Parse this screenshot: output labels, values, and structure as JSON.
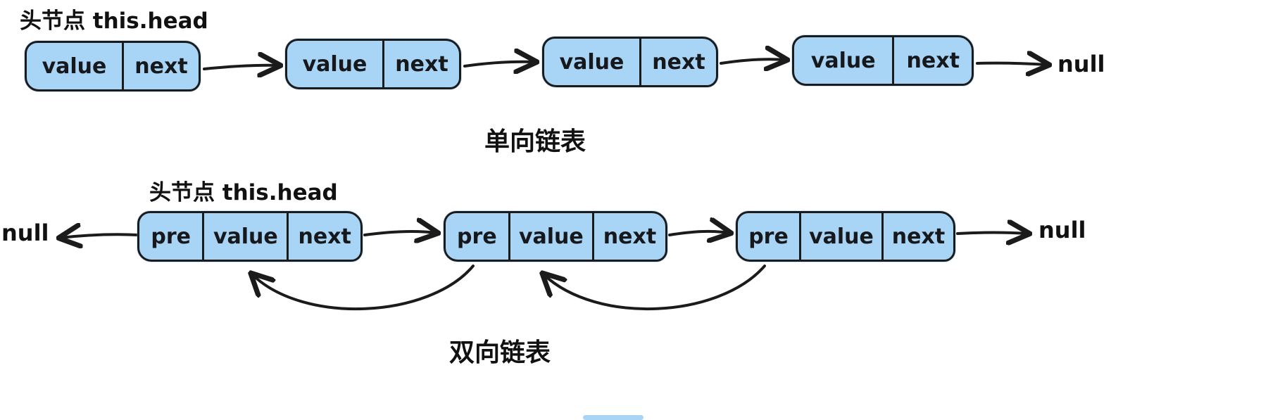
{
  "singly": {
    "head_label": "头节点 this.head",
    "null_label": "null",
    "caption": "单向链表",
    "nodes": [
      {
        "cells": [
          "value",
          "next"
        ]
      },
      {
        "cells": [
          "value",
          "next"
        ]
      },
      {
        "cells": [
          "value",
          "next"
        ]
      },
      {
        "cells": [
          "value",
          "next"
        ]
      }
    ]
  },
  "doubly": {
    "head_label": "头节点 this.head",
    "null_left": "null",
    "null_right": "null",
    "caption": "双向链表",
    "nodes": [
      {
        "cells": [
          "pre",
          "value",
          "next"
        ]
      },
      {
        "cells": [
          "pre",
          "value",
          "next"
        ]
      },
      {
        "cells": [
          "pre",
          "value",
          "next"
        ]
      }
    ]
  },
  "colors": {
    "node_fill": "#a8d4f5",
    "stroke": "#1b1b1b"
  }
}
